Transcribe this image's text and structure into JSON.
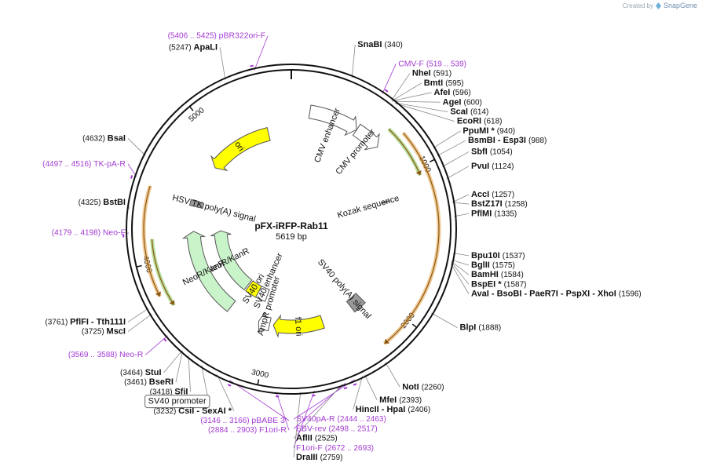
{
  "credit": {
    "created_by": "Created by",
    "brand": "SnapGene",
    "logo_icon": "snapgene-logo-icon"
  },
  "plasmid": {
    "name": "pFX-iRFP-Rab11",
    "size": "5619 bp",
    "length": 5619
  },
  "ticks": [
    {
      "pos": 1000,
      "label": "1000"
    },
    {
      "pos": 2000,
      "label": "2000"
    },
    {
      "pos": 3000,
      "label": "3000"
    },
    {
      "pos": 4000,
      "label": "4000"
    },
    {
      "pos": 5000,
      "label": "5000"
    }
  ],
  "features": [
    {
      "name": "CMV enhancer",
      "start": 140,
      "end": 519,
      "direction": 1,
      "color": "#ffffff",
      "ring": 0
    },
    {
      "name": "CMV promoter",
      "start": 520,
      "end": 723,
      "direction": 1,
      "color": "#ffffff",
      "ring": 0
    },
    {
      "name": "Kozak sequence",
      "start": 1150,
      "end": 1159,
      "direction": 0,
      "color": "#ffffff",
      "ring": 1
    },
    {
      "name": "SV40 poly(A) signal",
      "start": 2105,
      "end": 2226,
      "direction": 0,
      "color": "#999999",
      "ring": 1
    },
    {
      "name": "f1 ori",
      "start": 2520,
      "end": 2975,
      "direction": 1,
      "color": "#ffff00",
      "ring": 1
    },
    {
      "name": "AmpR promoter",
      "start": 3010,
      "end": 3114,
      "direction": 1,
      "color": "#ffffff",
      "ring": 1
    },
    {
      "name": "SV40 enhancer",
      "start": 3120,
      "end": 3240,
      "direction": 0,
      "color": "#ffffff",
      "ring": 2
    },
    {
      "name": "SV40 ori",
      "start": 3240,
      "end": 3380,
      "direction": 0,
      "color": "#ffff00",
      "ring": 2
    },
    {
      "name": "NeoR/KanR",
      "start": 3400,
      "end": 4194,
      "direction": 1,
      "color": "#c9f3c9",
      "ring": 2
    },
    {
      "name": "NeoR/KanR",
      "start": 3400,
      "end": 4194,
      "direction": 1,
      "color": "#c9f3c9",
      "ring": 1
    },
    {
      "name": "HSV TK poly(A) signal",
      "start": 4420,
      "end": 4470,
      "direction": 0,
      "color": "#999999",
      "ring": 1
    },
    {
      "name": "ori",
      "start": 4820,
      "end": 5410,
      "direction": -1,
      "color": "#ffff00",
      "ring": 1
    }
  ],
  "orfs": [
    {
      "start": 690,
      "end": 1050,
      "direction": 1,
      "color": "#7bc043"
    },
    {
      "start": 770,
      "end": 2200,
      "direction": 1,
      "color": "#e39b3b"
    },
    {
      "start": 3700,
      "end": 4150,
      "direction": -1,
      "color": "#7bc043"
    },
    {
      "start": 3790,
      "end": 4480,
      "direction": -1,
      "color": "#e39b3b"
    }
  ],
  "sites": [
    {
      "name": "SnaBI",
      "pos": 340,
      "pos_label": "(340)"
    },
    {
      "name": "NheI",
      "pos": 591,
      "pos_label": "(591)"
    },
    {
      "name": "BmtI",
      "pos": 595,
      "pos_label": "(595)"
    },
    {
      "name": "AfeI",
      "pos": 596,
      "pos_label": "(596)"
    },
    {
      "name": "AgeI",
      "pos": 600,
      "pos_label": "(600)"
    },
    {
      "name": "ScaI",
      "pos": 614,
      "pos_label": "(614)"
    },
    {
      "name": "EcoRI",
      "pos": 618,
      "pos_label": "(618)"
    },
    {
      "name": "PpuMI *",
      "pos": 940,
      "pos_label": "(940)"
    },
    {
      "name": "BsmBI - Esp3I",
      "pos": 988,
      "pos_label": "(988)"
    },
    {
      "name": "SbfI",
      "pos": 1054,
      "pos_label": "(1054)"
    },
    {
      "name": "PvuI",
      "pos": 1124,
      "pos_label": "(1124)"
    },
    {
      "name": "AccI",
      "pos": 1257,
      "pos_label": "(1257)"
    },
    {
      "name": "BstZ17I",
      "pos": 1258,
      "pos_label": "(1258)"
    },
    {
      "name": "PflMI",
      "pos": 1335,
      "pos_label": "(1335)"
    },
    {
      "name": "Bpu10I",
      "pos": 1537,
      "pos_label": "(1537)"
    },
    {
      "name": "BglII",
      "pos": 1575,
      "pos_label": "(1575)"
    },
    {
      "name": "BamHI",
      "pos": 1584,
      "pos_label": "(1584)"
    },
    {
      "name": "BspEI *",
      "pos": 1587,
      "pos_label": "(1587)"
    },
    {
      "name": "AvaI - BsoBI - PaeR7I - PspXI - XhoI",
      "pos": 1596,
      "pos_label": "(1596)"
    },
    {
      "name": "BlpI",
      "pos": 1888,
      "pos_label": "(1888)"
    },
    {
      "name": "NotI",
      "pos": 2260,
      "pos_label": "(2260)"
    },
    {
      "name": "MfeI",
      "pos": 2393,
      "pos_label": "(2393)"
    },
    {
      "name": "HincII - HpaI",
      "pos": 2406,
      "pos_label": "(2406)"
    },
    {
      "name": "AflII",
      "pos": 2525,
      "pos_label": "(2525)"
    },
    {
      "name": "DraIII",
      "pos": 2759,
      "pos_label": "(2759)"
    },
    {
      "name": "CsiI - SexAI *",
      "pos": 3232,
      "pos_label": "(3232)"
    },
    {
      "name": "SfiI",
      "pos": 3418,
      "pos_label": "(3418)"
    },
    {
      "name": "BseRI",
      "pos": 3461,
      "pos_label": "(3461)"
    },
    {
      "name": "StuI",
      "pos": 3464,
      "pos_label": "(3464)"
    },
    {
      "name": "MscI",
      "pos": 3725,
      "pos_label": "(3725)"
    },
    {
      "name": "PflFI - Tth111I",
      "pos": 3761,
      "pos_label": "(3761)"
    },
    {
      "name": "BstBI",
      "pos": 4325,
      "pos_label": "(4325)"
    },
    {
      "name": "BsaI",
      "pos": 4632,
      "pos_label": "(4632)"
    },
    {
      "name": "ApaLI",
      "pos": 5247,
      "pos_label": "(5247)"
    }
  ],
  "primers": [
    {
      "name": "pBR322ori-F",
      "range": "(5406 .. 5425)",
      "pos": 5415
    },
    {
      "name": "CMV-F",
      "range": "(519 .. 539)",
      "pos": 529
    },
    {
      "name": "TK-pA-R",
      "range": "(4497 .. 4516)",
      "pos": 4506
    },
    {
      "name": "Neo-F",
      "range": "(4179 .. 4198)",
      "pos": 4188
    },
    {
      "name": "Neo-R",
      "range": "(3569 .. 3588)",
      "pos": 3578
    },
    {
      "name": "pBABE 3'",
      "range": "(3146 .. 3166)",
      "pos": 3156
    },
    {
      "name": "F1ori-R",
      "range": "(2884 .. 2903)",
      "pos": 2893
    },
    {
      "name": "F1ori-F",
      "range": "(2672 .. 2693)",
      "pos": 2682
    },
    {
      "name": "EBV-rev",
      "range": "(2498 .. 2517)",
      "pos": 2507
    },
    {
      "name": "SV40pA-R",
      "range": "(2444 .. 2463)",
      "pos": 2453
    }
  ],
  "boxed_labels": [
    {
      "name": "SV40 promoter",
      "pos": 3330
    }
  ]
}
